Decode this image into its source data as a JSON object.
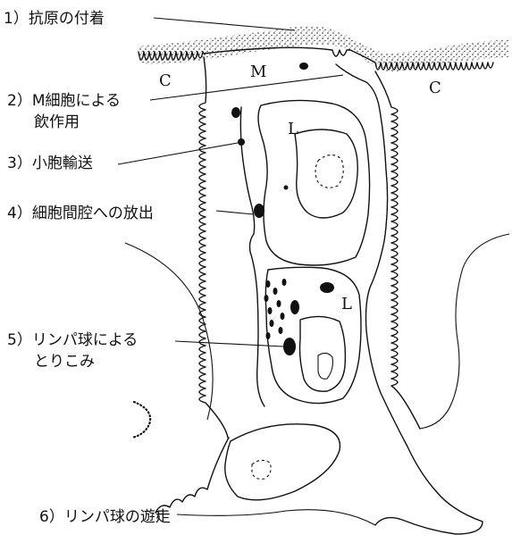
{
  "labels": {
    "l1": "1）抗原の付着",
    "l2a": "2）M細胞による",
    "l2b": "飲作用",
    "l3": "3）小胞輸送",
    "l4": "4）細胞間腔への放出",
    "l5a": "5）リンパ球による",
    "l5b": "とりこみ",
    "l6": "6）リンパ球の遊走"
  },
  "markers": {
    "m": "M",
    "c_left": "C",
    "c_right": "C",
    "l_upper": "L",
    "l_lower": "L"
  }
}
